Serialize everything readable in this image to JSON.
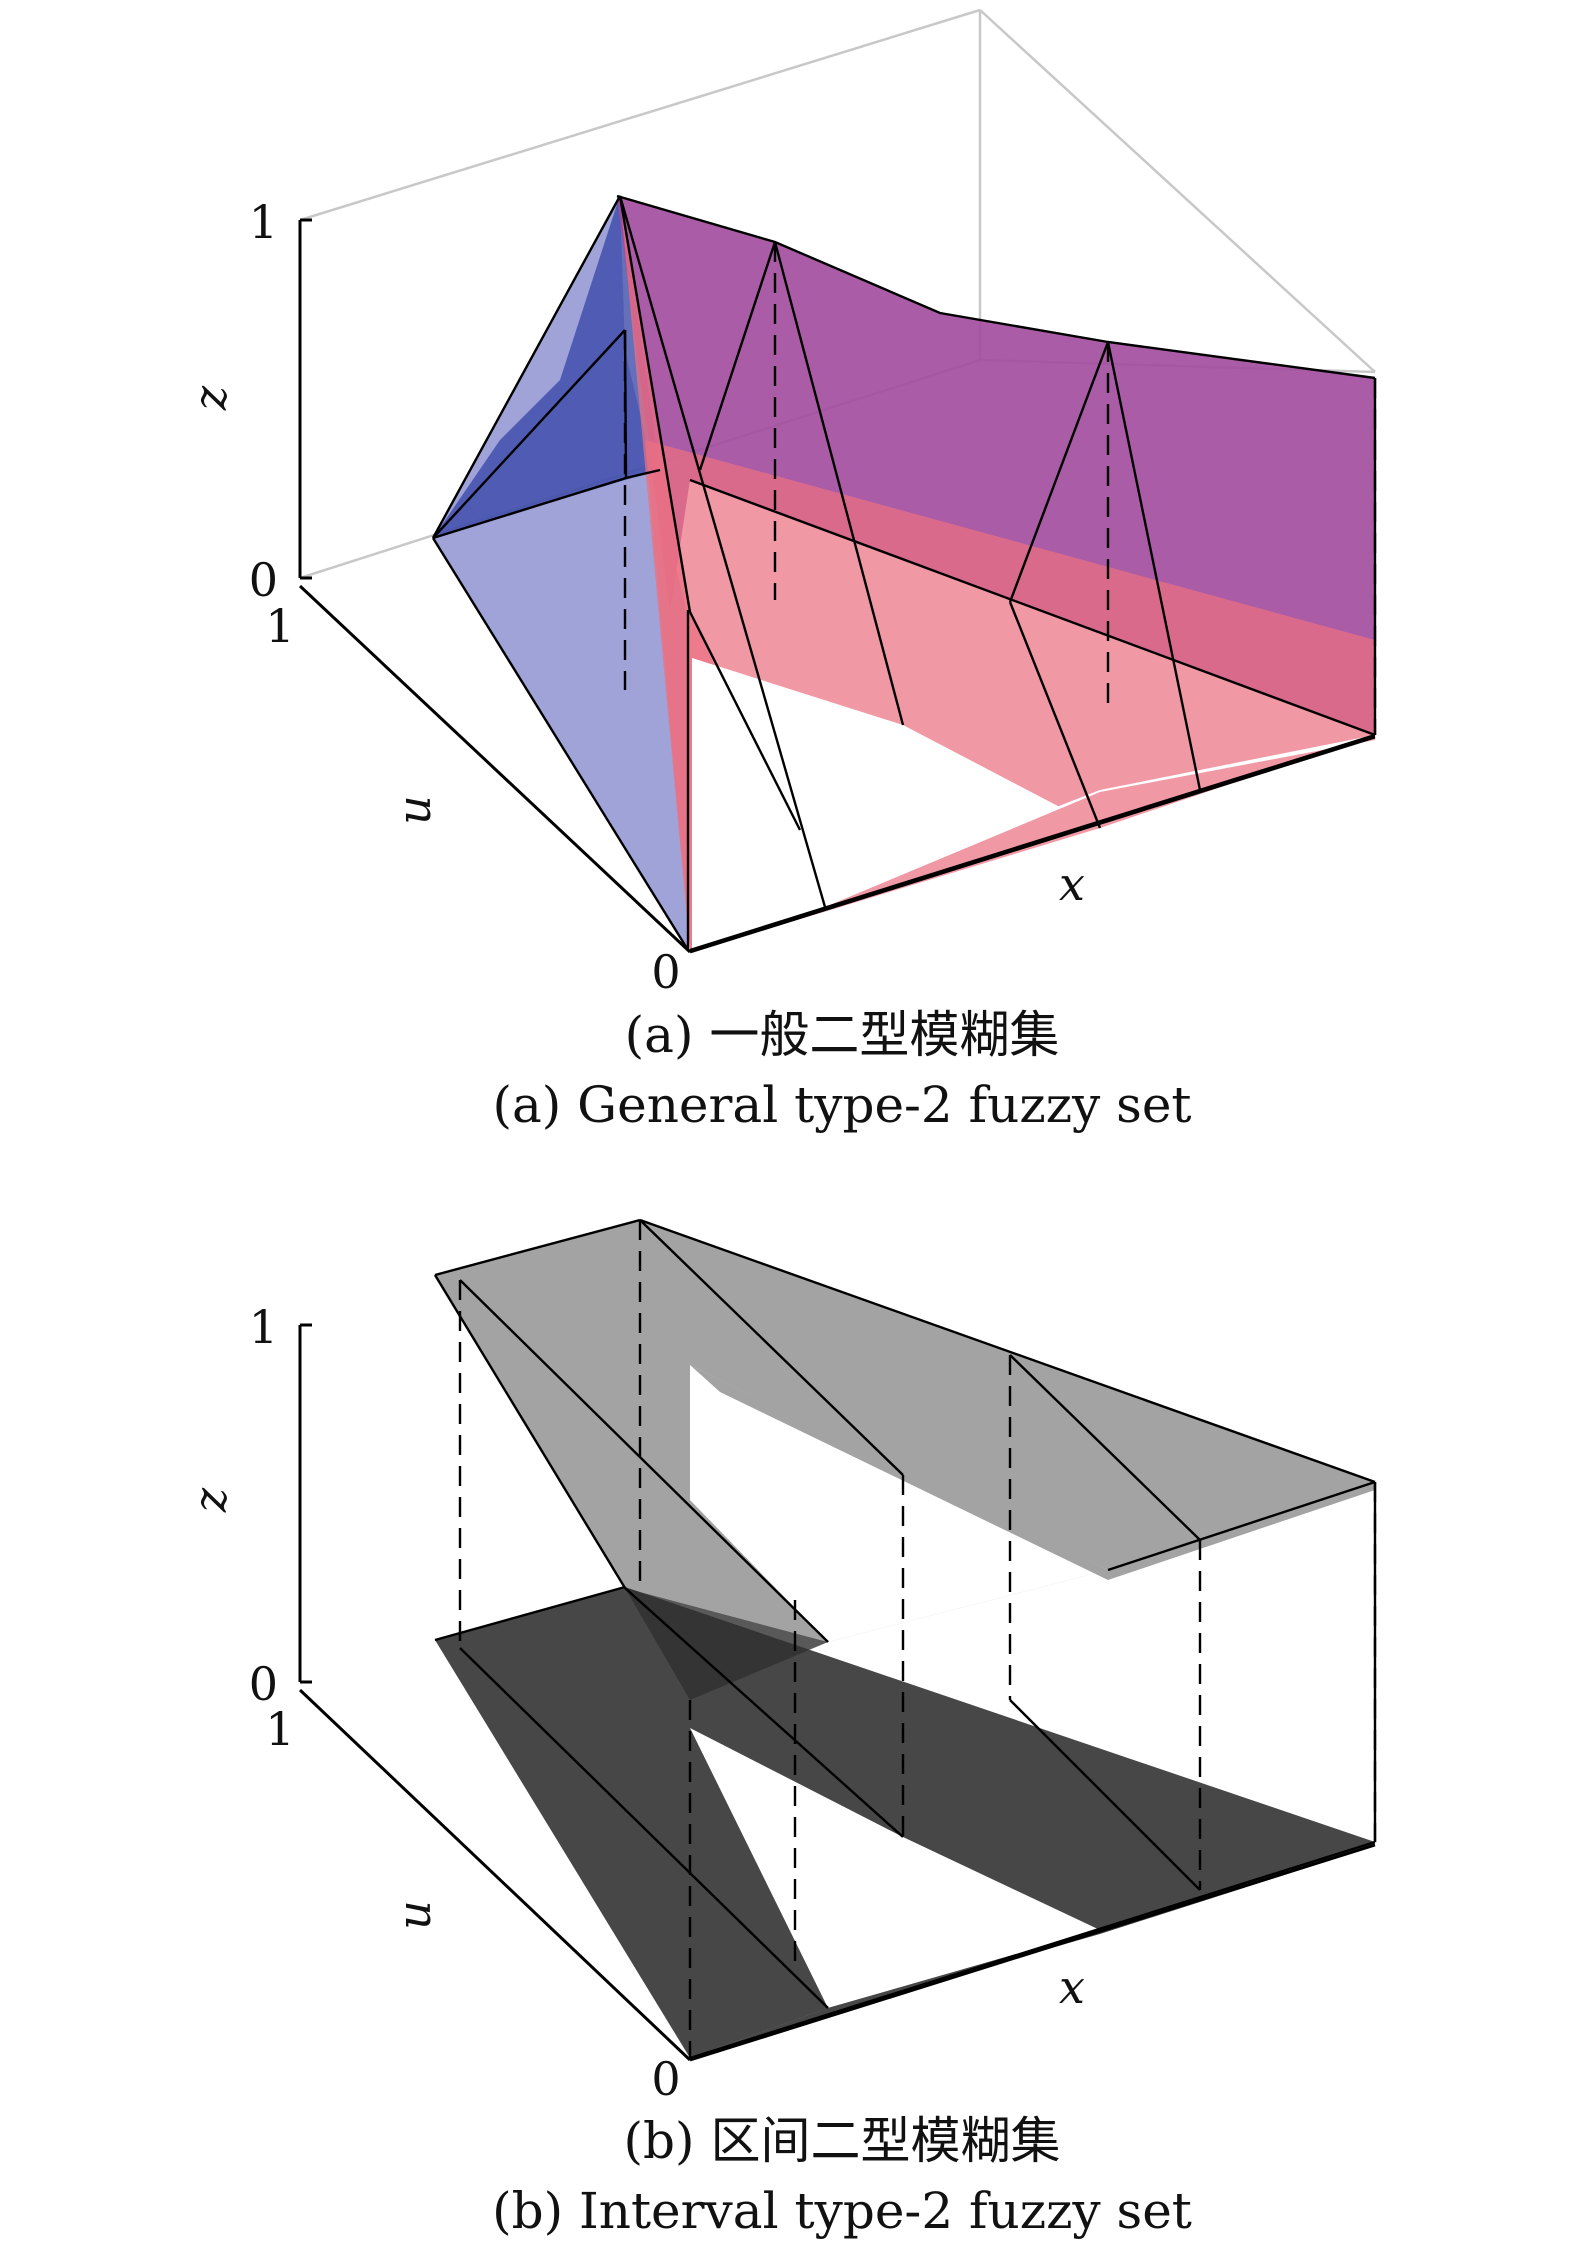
{
  "panels": [
    {
      "id": "a",
      "caption_zh": "(a) 一般二型模糊集",
      "caption_en": "(a) General type-2 fuzzy set",
      "axes": {
        "z_label": "z",
        "u_label": "u",
        "x_label": "x",
        "z_ticks": [
          "1",
          "0"
        ],
        "u_ticks": [
          "1",
          "0"
        ]
      },
      "colors": {
        "upper_surface": "#a24a9c",
        "blue_surface": "#6e74c4",
        "red_surface": "#ec7082"
      }
    },
    {
      "id": "b",
      "caption_zh": "(b) 区间二型模糊集",
      "caption_en": "(b) Interval type-2 fuzzy set",
      "axes": {
        "z_label": "z",
        "u_label": "u",
        "x_label": "x",
        "z_ticks": [
          "1",
          "0"
        ],
        "u_ticks": [
          "1",
          "0"
        ]
      },
      "colors": {
        "upper_surface": "#a3a3a3",
        "lower_surface": "#474747"
      }
    }
  ]
}
